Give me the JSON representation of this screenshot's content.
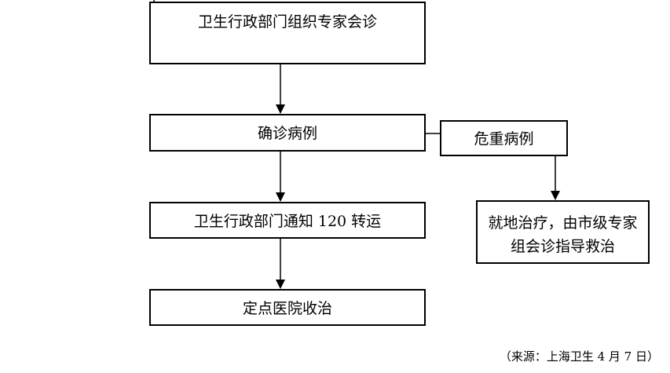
{
  "nodes": {
    "expert_consult": "卫生行政部门组织专家会诊",
    "confirmed": "确诊病例",
    "notify_transfer": "卫生行政部门通知 120 转运",
    "designated_hospital": "定点医院收治",
    "critical": "危重病例",
    "local_treatment": "就地治疗，由市级专家组会诊指导救治"
  },
  "source_note": "（来源：上海卫生 4 月 7 日）"
}
